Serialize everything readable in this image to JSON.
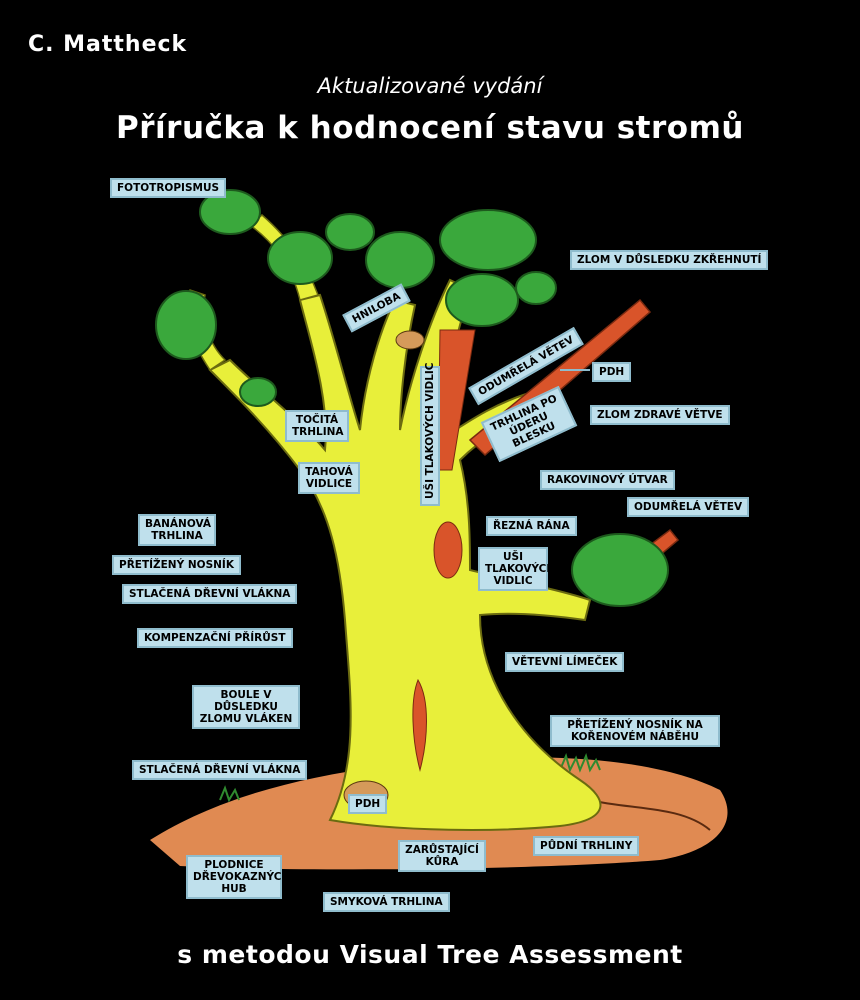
{
  "cover": {
    "author": "C. Mattheck",
    "edition": "Aktualizované vydání",
    "title": "Příručka k hodnocení stavu stromů",
    "subtitle": "s metodou Visual Tree Assessment"
  },
  "labels": {
    "fototropismus": "FOTOTROPISMUS",
    "hniloba": "HNILOBA",
    "usi_vertical": "UŠI TLAKOVÝCH VIDLIC",
    "odumrela_vetev_rot": "ODUMŘELÁ VĚTEV",
    "trhlina_blesk": "TRHLINA PO ÚDERU BLESKU",
    "zlom_zkrehnuti": "ZLOM V DŮSLEDKU ZKŘEHNUTÍ",
    "pdh_upper": "PDH",
    "zlom_zdrave": "ZLOM ZDRAVÉ VĚTVE",
    "tocita_trhlina": "TOČITÁ TRHLINA",
    "tahova_vidlice": "TAHOVÁ VIDLICE",
    "rakovinovy_utvar": "RAKOVINOVÝ ÚTVAR",
    "odumrela_vetev": "ODUMŘELÁ VĚTEV",
    "banánova_trhlina": "BANÁNOVÁ TRHLINA",
    "rezna_rana": "ŘEZNÁ RÁNA",
    "usi_tlakovych": "UŠI TLAKOVÝCH VIDLIC",
    "pretizeny_nosnik": "PŘETÍŽENÝ NOSNÍK",
    "stlacena_1": "STLAČENÁ DŘEVNÍ VLÁKNA",
    "kompenzacni": "KOMPENZAČNÍ PŘÍRŮST",
    "vetevni_limecek": "VĚTEVNÍ LÍMEČEK",
    "boule": "BOULE V DŮSLEDKU ZLOMU VLÁKEN",
    "pretizeny_koren": "PŘETÍŽENÝ NOSNÍK NA KOŘENOVÉM NÁBĚHU",
    "stlacena_2": "STLAČENÁ DŘEVNÍ VLÁKNA",
    "pdh_lower": "PDH",
    "plodnice": "PLODNICE DŘEVOKAZNÝCH HUB",
    "zarustajici": "ZARŮSTAJÍCÍ KŮRA",
    "pudni_trhliny": "PŮDNÍ TRHLINY",
    "smykova": "SMYKOVÁ TRHLINA"
  },
  "colors": {
    "background": "#000000",
    "trunk": "#e8ef3a",
    "foliage": "#3aa83c",
    "soil": "#e08a52",
    "dead_branch": "#d9542a",
    "label_bg": "#bfe0ec"
  }
}
